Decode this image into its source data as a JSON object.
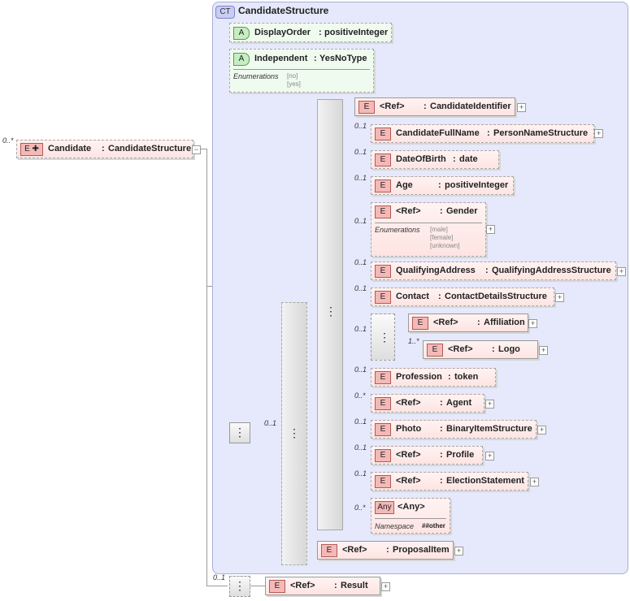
{
  "complex_type": {
    "badge": "CT",
    "name": "CandidateStructure"
  },
  "root": {
    "occurs": "0..*",
    "badge": "E",
    "name": "Candidate",
    "type": "CandidateStructure"
  },
  "attributes": [
    {
      "badge": "A",
      "name": "DisplayOrder",
      "type": "positiveInteger"
    },
    {
      "badge": "A",
      "name": "Independent",
      "type": "YesNoType",
      "enum_label": "Enumerations",
      "enum_values": [
        "[no]",
        "[yes]"
      ]
    }
  ],
  "choice_occurs": "0..1",
  "elements": [
    {
      "occurs": "",
      "badge": "E",
      "ref": "<Ref>",
      "name": "CandidateIdentifier"
    },
    {
      "occurs": "0..1",
      "badge": "E",
      "name": "CandidateFullName",
      "type": "PersonNameStructure"
    },
    {
      "occurs": "0..1",
      "badge": "E",
      "name": "DateOfBirth",
      "type": "date"
    },
    {
      "occurs": "0..1",
      "badge": "E",
      "name": "Age",
      "type": "positiveInteger"
    },
    {
      "occurs": "0..1",
      "badge": "E",
      "ref": "<Ref>",
      "name": "Gender",
      "enum_label": "Enumerations",
      "enum_values": [
        "[male]",
        "[female]",
        "[unknown]"
      ]
    },
    {
      "occurs": "0..1",
      "badge": "E",
      "name": "QualifyingAddress",
      "type": "QualifyingAddressStructure"
    },
    {
      "occurs": "0..1",
      "badge": "E",
      "name": "Contact",
      "type": "ContactDetailsStructure"
    },
    {
      "occurs": "0..1",
      "badge": "E",
      "ref": "<Ref>",
      "name": "Affiliation"
    },
    {
      "occurs": "1..*",
      "badge": "E",
      "ref": "<Ref>",
      "name": "Logo"
    },
    {
      "occurs": "0..1",
      "badge": "E",
      "name": "Profession",
      "type": "token"
    },
    {
      "occurs": "0..*",
      "badge": "E",
      "ref": "<Ref>",
      "name": "Agent"
    },
    {
      "occurs": "0..1",
      "badge": "E",
      "name": "Photo",
      "type": "BinaryItemStructure"
    },
    {
      "occurs": "0..1",
      "badge": "E",
      "ref": "<Ref>",
      "name": "Profile"
    },
    {
      "occurs": "0..1",
      "badge": "E",
      "ref": "<Ref>",
      "name": "ElectionStatement"
    }
  ],
  "any": {
    "occurs": "0..*",
    "badge": "Any",
    "name": "<Any>",
    "ns_label": "Namespace",
    "ns_value": "##other"
  },
  "proposal": {
    "badge": "E",
    "ref": "<Ref>",
    "name": "ProposalItem"
  },
  "result": {
    "occurs": "0..1",
    "badge": "E",
    "ref": "<Ref>",
    "name": "Result"
  },
  "colors": {
    "panel": "#e6e8fb",
    "element_badge": "#f4b9b7",
    "attribute_badge": "#c6eec2"
  }
}
